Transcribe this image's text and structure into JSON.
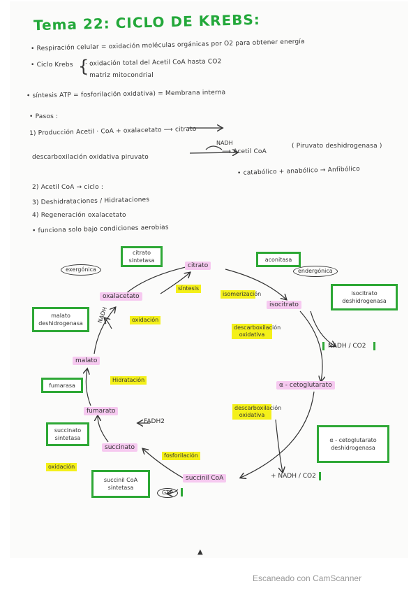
{
  "title": "Tema 22: CICLO DE KREBS:",
  "notes": [
    "• Respiración celular = oxidación moléculas orgánicas por O2 para obtener energía",
    "• Ciclo Krebs",
    "· oxidación total del Acetil CoA hasta CO2",
    "· matriz mitocondrial",
    "• síntesis ATP = fosforilación oxidativa) = Membrana interna",
    "• Pasos :",
    "1) Producción Acetil · CoA + oxalacetato ⟶ citrato",
    "descarboxilación oxidativa piruvato",
    "NADH",
    "⟶ Acetil CoA",
    "( Piruvato deshidrogenasa )",
    "• catabólico + anabólico → Anfibólico",
    "2)  Acetil CoA → ciclo :",
    "3)  Deshidrataciones / Hidrataciones",
    "4)  Regeneración oxalacetato",
    "• funciona solo bajo condiciones aerobias"
  ],
  "cycle": {
    "nodes": [
      "citrato",
      "oxalacetato",
      "isocitrato",
      "α - cetoglutarato",
      "succinil CoA",
      "succinato",
      "fumarato",
      "malato"
    ],
    "highlights": [
      "síntesis",
      "isomerización",
      "oxidación",
      "descarboxilación oxidativa",
      "descarboxilación oxidativa",
      "fosforilación",
      "oxidación",
      "Hidratación"
    ],
    "enzymes": [
      "citrato sintetasa",
      "aconitasa",
      "isocitrato deshidrogenasa",
      "α - cetoglutarato deshidrogenasa",
      "succinil CoA sintetasa",
      "succinato sintetasa",
      "fumarasa",
      "malato deshidrogenasa"
    ],
    "ovals": [
      "exergónica",
      "endergónica"
    ],
    "products": [
      "NADH",
      "NADH / CO2",
      "+ NADH / CO2",
      "FADH2",
      "GTP"
    ]
  },
  "footer": "Escaneado con CamScanner"
}
